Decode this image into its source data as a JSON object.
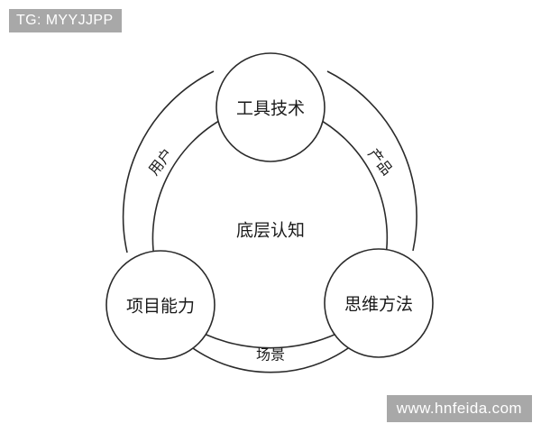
{
  "page": {
    "background_color": "#ffffff",
    "line_color": "#2b2b2b",
    "text_color": "#1a1a1a"
  },
  "watermarks": {
    "telegram_badge": {
      "text": "TG: MYYJJPP",
      "background_color": "#a8a8a8",
      "text_color": "#ffffff"
    },
    "site_badge": {
      "text": "www.hnfeida.com",
      "background_color": "#a8a8a8",
      "text_color": "#ffffff"
    }
  },
  "diagram": {
    "type": "triadic-ring-diagram",
    "center_label": "底层认知",
    "nodes": [
      {
        "id": "tools",
        "label": "工具技术",
        "position": "top"
      },
      {
        "id": "thinking",
        "label": "思维方法",
        "position": "bottom-right"
      },
      {
        "id": "project",
        "label": "项目能力",
        "position": "bottom-left"
      }
    ],
    "connectors": [
      {
        "id": "user",
        "label": "用户",
        "position": "left",
        "from": "project",
        "to": "tools"
      },
      {
        "id": "product",
        "label": "产品",
        "position": "right",
        "from": "tools",
        "to": "thinking"
      },
      {
        "id": "scenario",
        "label": "场景",
        "position": "bottom",
        "from": "thinking",
        "to": "project"
      }
    ]
  }
}
